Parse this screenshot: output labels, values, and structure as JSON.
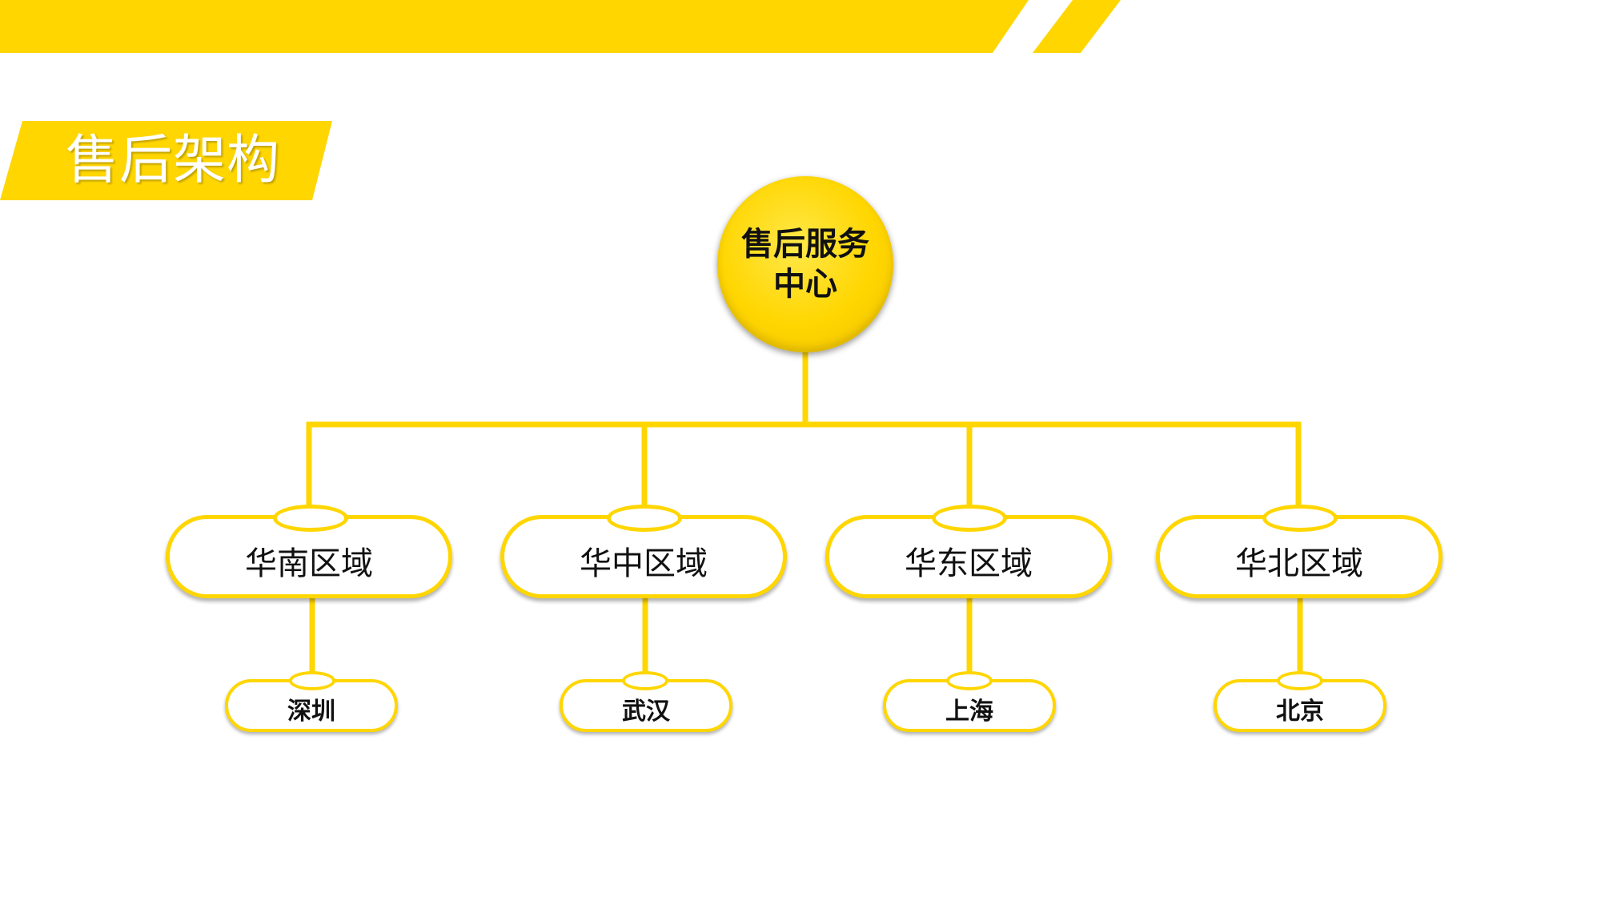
{
  "colors": {
    "accent": "#ffd600",
    "text": "#111111",
    "background": "#ffffff"
  },
  "page": {
    "title": "售后架构"
  },
  "diagram": {
    "root": {
      "line1": "售后服务",
      "line2": "中心"
    },
    "regions": [
      {
        "label": "华南区域",
        "city": "深圳"
      },
      {
        "label": "华中区域",
        "city": "武汉"
      },
      {
        "label": "华东区域",
        "city": "上海"
      },
      {
        "label": "华北区域",
        "city": "北京"
      }
    ]
  }
}
